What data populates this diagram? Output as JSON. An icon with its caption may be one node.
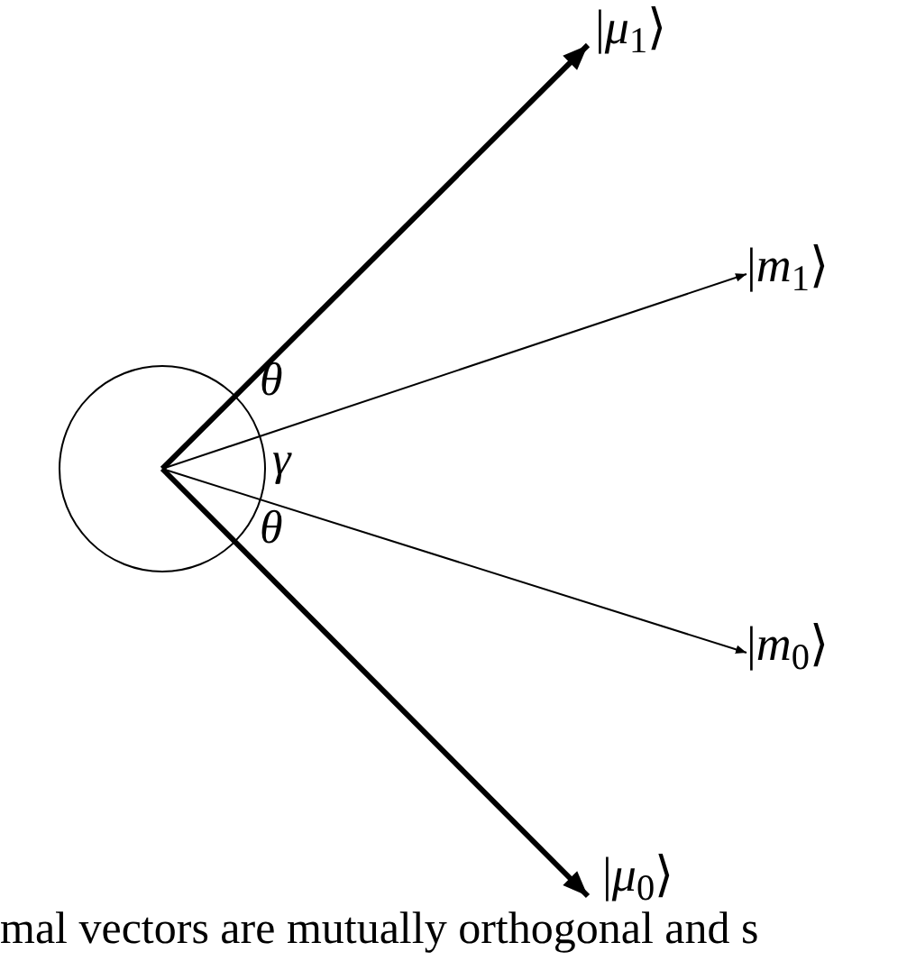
{
  "diagram": {
    "nodes": [
      {
        "text": [
          "|*μ*$_{1}$⟩"
        ]
      },
      {
        "text": [
          "|*m*$_{1}$⟩"
        ]
      },
      {
        "text": [
          "|*m*$_{0}$⟩"
        ]
      },
      {
        "text": [
          "|*μ*$_{0}$⟩"
        ]
      },
      {
        "text": [],
        "shape": "circle"
      }
    ],
    "edges": [
      {
        "from": 4,
        "to": 0,
        "arrow": "to",
        "style": "thick"
      },
      {
        "from": 4,
        "to": 1,
        "arrow": "to"
      },
      {
        "from": 4,
        "to": 2,
        "arrow": "to"
      },
      {
        "from": 4,
        "to": 3,
        "arrow": "to",
        "style": "thick"
      }
    ],
    "labels": [
      "θ",
      "γ",
      "θ",
      "mal vectors are mutually orthogonal and s"
    ]
  }
}
